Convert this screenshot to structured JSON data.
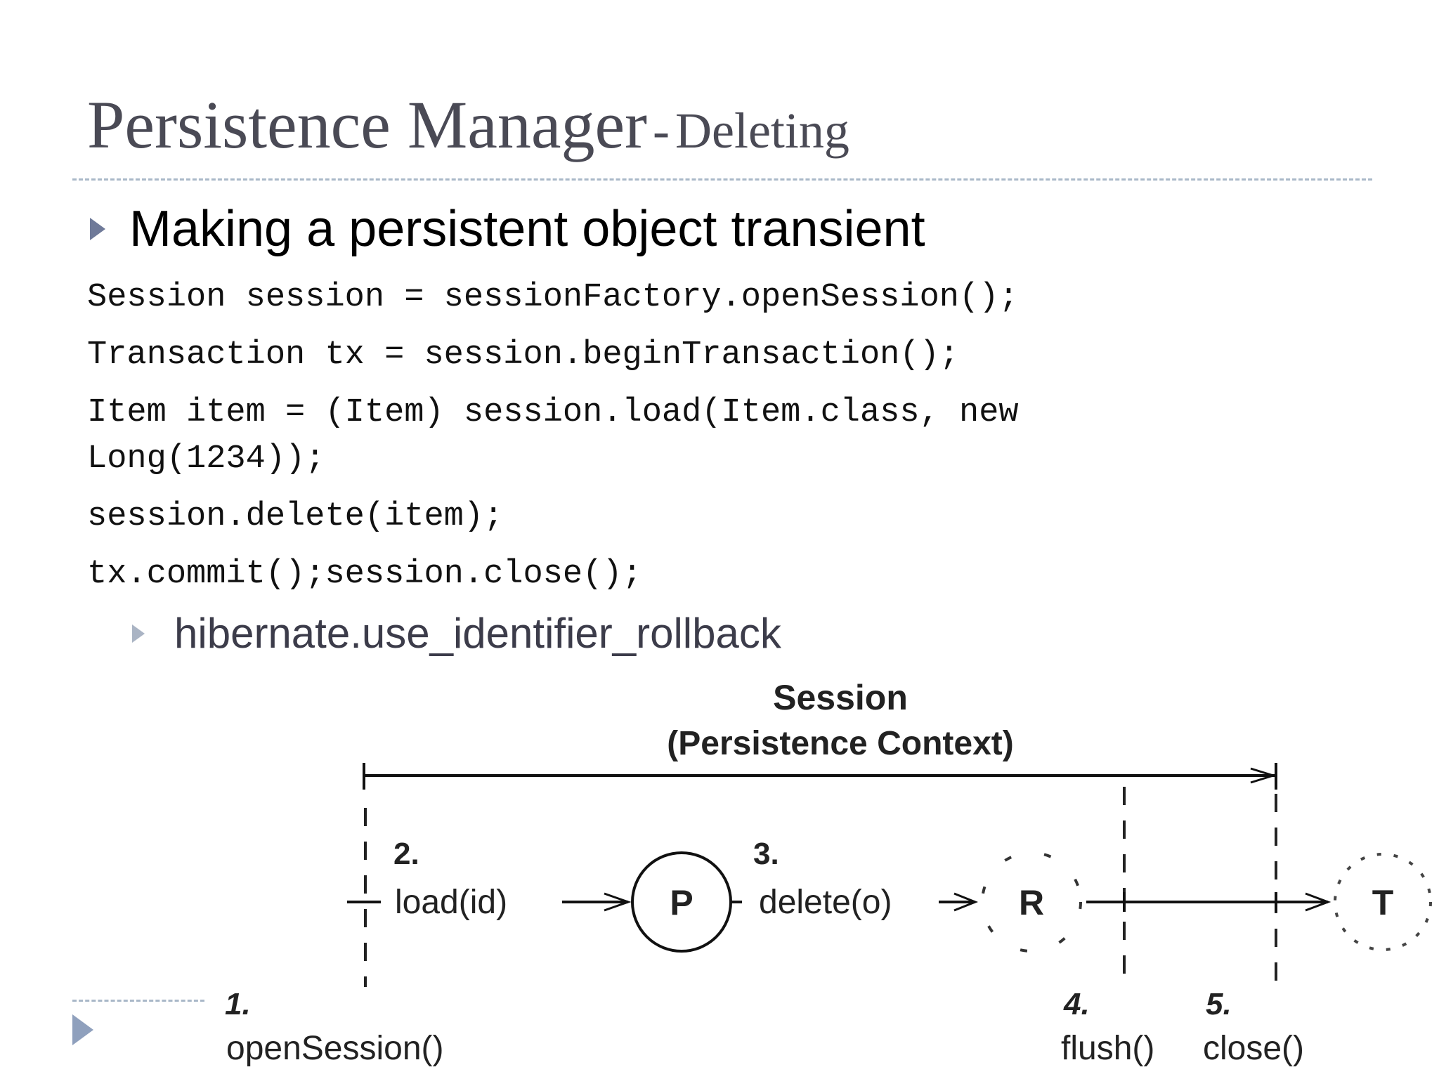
{
  "slide": {
    "title_main": "Persistence Manager",
    "title_sep": "-",
    "title_sub": "Deleting",
    "bullet_1": "Making a persistent object transient",
    "code": {
      "line_1": "Session session = sessionFactory.openSession();",
      "line_2": "Transaction tx = session.beginTransaction();",
      "line_3a": "Item item = (Item) session.load(Item.class, new",
      "line_3b": "Long(1234));",
      "line_4": "session.delete(item);",
      "line_5": "tx.commit();session.close();"
    },
    "bullet_2": "hibernate.use_identifier_rollback"
  },
  "diagram": {
    "session_title": "Session",
    "session_subtitle": "(Persistence Context)",
    "step_2_num": "2.",
    "step_2_label": "load(id)",
    "step_3_num": "3.",
    "step_3_label": "delete(o)",
    "state_p": "P",
    "state_r": "R",
    "state_t": "T",
    "step_1_num": "1.",
    "step_1_label": "openSession()",
    "step_4_num": "4.",
    "step_4_label": "flush()",
    "step_5_num": "5.",
    "step_5_label": "close()"
  },
  "colors": {
    "title": "#4a4a55",
    "bullet_marker": "#6f7a99",
    "rule": "#a9b8c8"
  },
  "icons": {
    "bullet_marker": "triangle-right-icon",
    "footer_marker": "triangle-right-icon"
  }
}
